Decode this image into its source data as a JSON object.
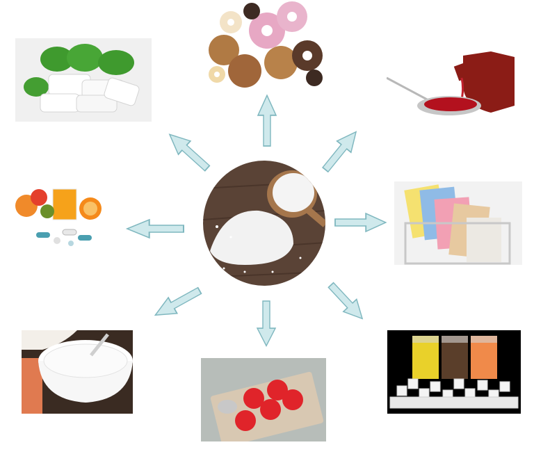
{
  "colors": {
    "arrow_fill": "#cfe9ec",
    "arrow_stroke": "#7fb7bf",
    "background": "#ffffff"
  },
  "center": {
    "icon": "sugar-granules-in-wooden-scoop-icon"
  },
  "items": [
    {
      "key": "chewing-gum",
      "icon": "chewing-gum-with-mint-leaves-icon"
    },
    {
      "key": "baked-goods",
      "icon": "donuts-and-muffins-icon"
    },
    {
      "key": "syrup-medicine",
      "icon": "cough-syrup-spoon-icon"
    },
    {
      "key": "sweetener-packets",
      "icon": "sweetener-sachets-icon"
    },
    {
      "key": "soft-drinks",
      "icon": "soft-drinks-with-sugar-cubes-icon"
    },
    {
      "key": "lozenges",
      "icon": "red-lozenges-blister-icon"
    },
    {
      "key": "yogurt",
      "icon": "yogurt-bowl-icon"
    },
    {
      "key": "juice-and-vitamins",
      "icon": "fruit-juice-and-pills-icon"
    }
  ]
}
